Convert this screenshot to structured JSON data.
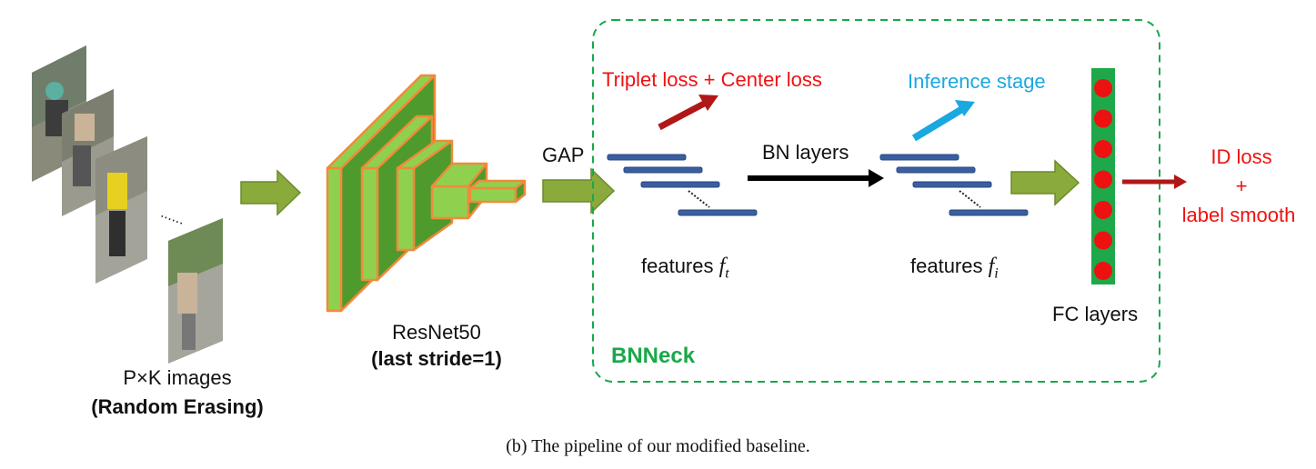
{
  "input": {
    "title": "P×K images",
    "subtitle": "(Random Erasing)",
    "ellipsis": "......"
  },
  "backbone": {
    "title": "ResNet50",
    "subtitle": "(last stride=1)"
  },
  "gap_label": "GAP",
  "bnneck": {
    "label": "BNNeck",
    "triplet_label": "Triplet loss + Center loss",
    "inference_label": "Inference stage",
    "bn_label": "BN layers",
    "features_t_prefix": "features",
    "features_t_symbol": "f",
    "features_t_sub": "t",
    "features_i_prefix": "features",
    "features_i_symbol": "f",
    "features_i_sub": "i",
    "fc_label": "FC layers"
  },
  "output": {
    "line1": "ID loss",
    "line2": "+",
    "line3": "label smooth"
  },
  "caption": "(b) The pipeline of our modified baseline.",
  "colors": {
    "arrow_green": "#8aaa3c",
    "arrow_green_stroke": "#6d8a2b",
    "block_green": "#6aa83a",
    "block_light": "#8fd14f",
    "block_edge": "#f08a3c",
    "dashed_green": "#1aa84a",
    "feature_blue": "#3a5fa0",
    "red_text": "#ee1111",
    "blue_text": "#1aa8e0",
    "dark_red": "#b01818",
    "fc_green": "#1fa84a",
    "fc_dot": "#ee1111"
  }
}
